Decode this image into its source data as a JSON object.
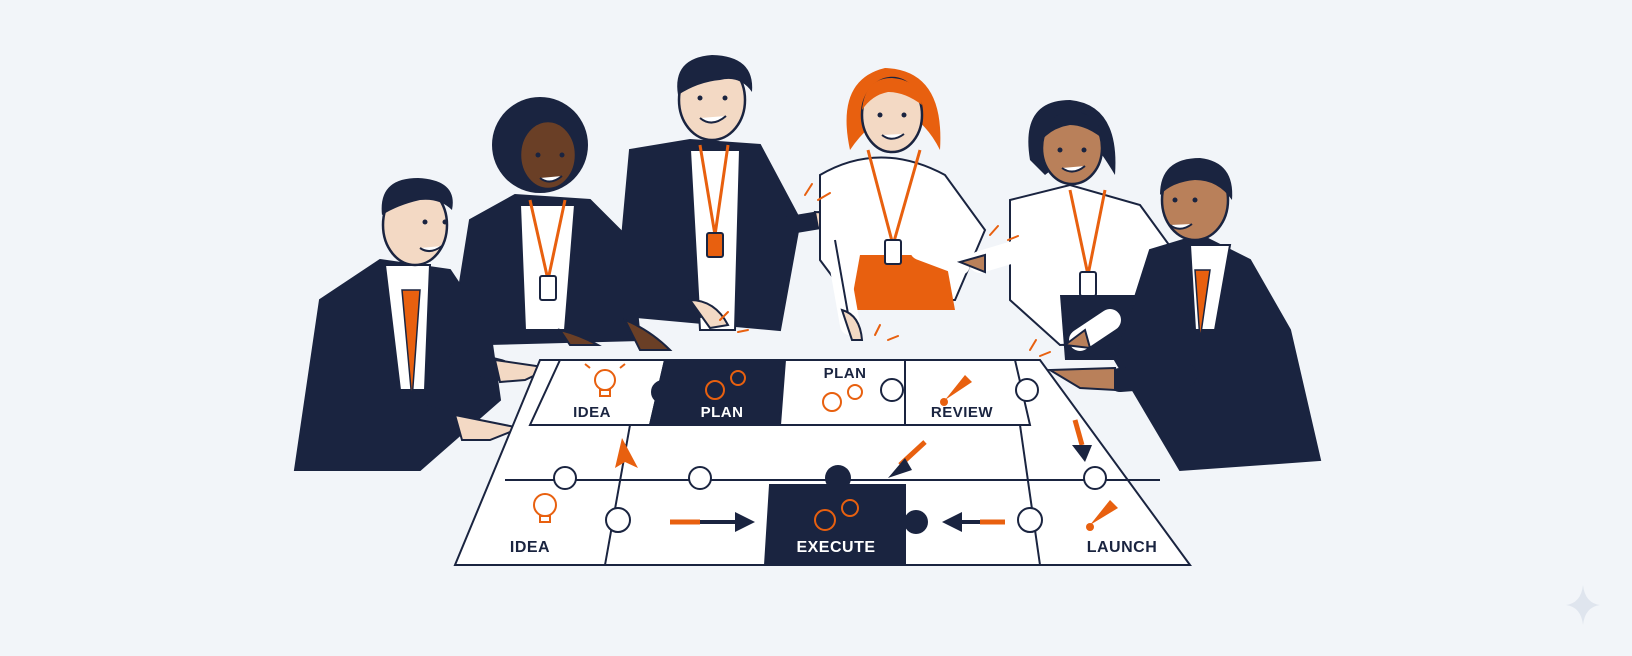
{
  "palette": {
    "background": "#f2f5f9",
    "navy": "#1a2440",
    "orange": "#e8600f",
    "white": "#ffffff",
    "skin_light": "#f3d9c4",
    "skin_medium": "#b9805a",
    "skin_dark": "#6a3f26"
  },
  "board": {
    "top_row": [
      {
        "label": "IDEA",
        "icon": "lightbulb-icon",
        "fill": "white"
      },
      {
        "label": "PLAN",
        "icon": "gears-icon",
        "fill": "navy"
      },
      {
        "label": "PLAN",
        "icon": "gears-icon",
        "fill": "white"
      },
      {
        "label": "REVIEW",
        "icon": "rocket-icon",
        "fill": "white"
      }
    ],
    "bottom_row": [
      {
        "label": "IDEA",
        "icon": "lightbulb-icon",
        "fill": "white"
      },
      {
        "label": "EXECUTE",
        "icon": "gears-icon",
        "fill": "navy"
      },
      {
        "label": "LAUNCH",
        "icon": "rocket-icon",
        "fill": "white"
      }
    ]
  },
  "people": [
    {
      "name": "man-left",
      "shirt": "navy-suit",
      "skin": "skin_light",
      "lanyard": false
    },
    {
      "name": "woman-curly",
      "shirt": "navy-blazer",
      "skin": "skin_dark",
      "lanyard": true
    },
    {
      "name": "man-center",
      "shirt": "navy-blazer",
      "skin": "skin_light",
      "lanyard": true
    },
    {
      "name": "woman-redhead",
      "shirt": "white-blouse",
      "skin": "skin_light",
      "lanyard": true
    },
    {
      "name": "woman-bun",
      "shirt": "white-blouse",
      "skin": "skin_medium",
      "lanyard": true
    },
    {
      "name": "man-right",
      "shirt": "navy-suit",
      "skin": "skin_medium",
      "lanyard": false
    }
  ],
  "watermark_icon": "sparkle-icon"
}
